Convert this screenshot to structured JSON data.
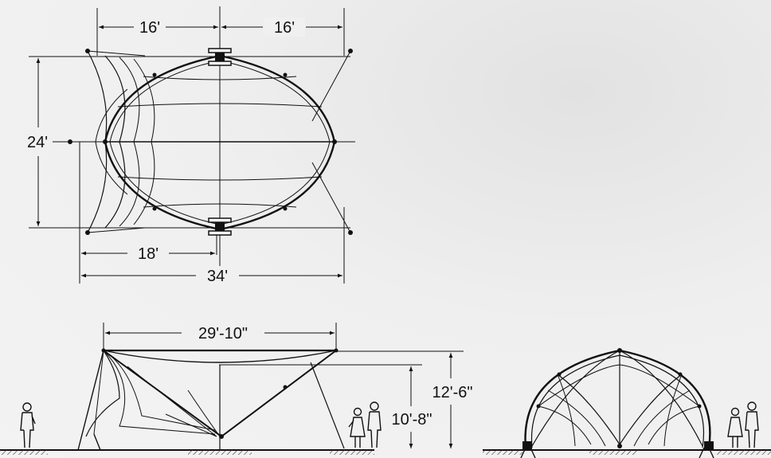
{
  "plan": {
    "dim_top_left": "16'",
    "dim_top_right": "16'",
    "dim_height": "24'",
    "dim_bottom_inner": "18'",
    "dim_bottom_overall": "34'"
  },
  "side_elevation": {
    "dim_span": "29'-10\"",
    "dim_overall_height": "12'-6\"",
    "dim_inner_height": "10'-8\""
  },
  "colors": {
    "line": "#111111",
    "background": "#f0f0f0"
  }
}
